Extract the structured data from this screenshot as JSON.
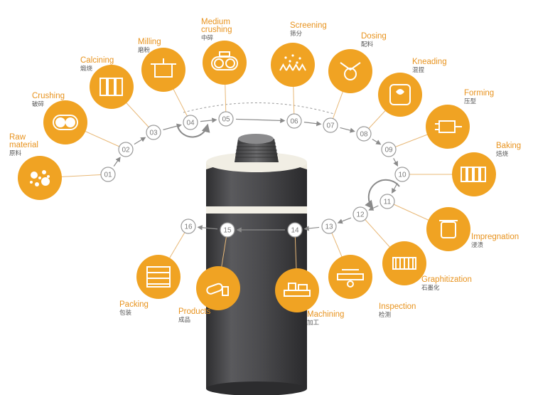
{
  "steps": [
    {
      "num": "01",
      "en": "Raw\nmaterial",
      "cn": "原料",
      "icon": "raw-material-icon"
    },
    {
      "num": "02",
      "en": "Crushing",
      "cn": "破碎",
      "icon": "crushing-icon"
    },
    {
      "num": "03",
      "en": "Calcining",
      "cn": "煅烧",
      "icon": "calcining-icon"
    },
    {
      "num": "04",
      "en": "Milling",
      "cn": "磨粉",
      "icon": "milling-icon"
    },
    {
      "num": "05",
      "en": "Medium\ncrushing",
      "cn": "中碎",
      "icon": "medium-crushing-icon"
    },
    {
      "num": "06",
      "en": "Screening",
      "cn": "筛分",
      "icon": "screening-icon"
    },
    {
      "num": "07",
      "en": "Dosing",
      "cn": "配料",
      "icon": "dosing-icon"
    },
    {
      "num": "08",
      "en": "Kneading",
      "cn": "混捏",
      "icon": "kneading-icon"
    },
    {
      "num": "09",
      "en": "Forming",
      "cn": "压型",
      "icon": "forming-icon"
    },
    {
      "num": "10",
      "en": "Baking",
      "cn": "焙烧",
      "icon": "baking-icon"
    },
    {
      "num": "11",
      "en": "Impregnation",
      "cn": "浸渍",
      "icon": "impregnation-icon"
    },
    {
      "num": "12",
      "en": "Graphitization",
      "cn": "石墨化",
      "icon": "graphitization-icon"
    },
    {
      "num": "13",
      "en": "Inspection",
      "cn": "检测",
      "icon": "inspection-icon"
    },
    {
      "num": "14",
      "en": "Machining",
      "cn": "加工",
      "icon": "machining-icon"
    },
    {
      "num": "15",
      "en": "Products",
      "cn": "成品",
      "icon": "products-icon"
    },
    {
      "num": "16",
      "en": "Packing",
      "cn": "包装",
      "icon": "packing-icon"
    }
  ],
  "colors": {
    "accent": "#f0a323",
    "line": "#e8b877",
    "numring": "#9a9a9a",
    "electrode": "#4a4a4c"
  }
}
